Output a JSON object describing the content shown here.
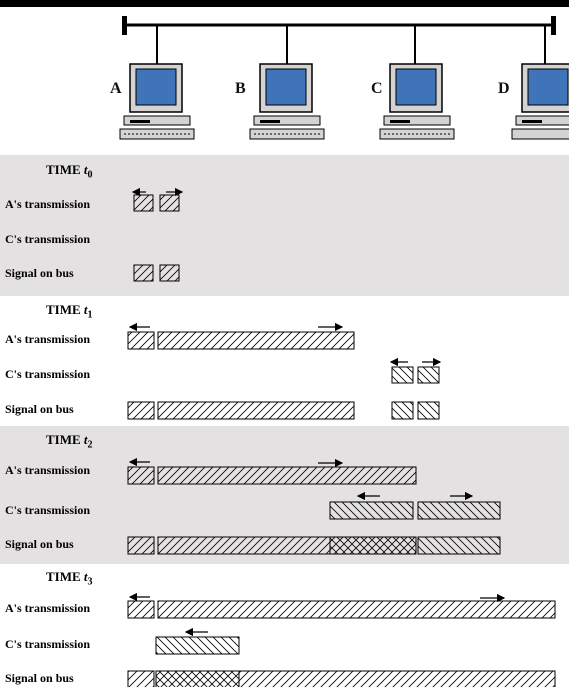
{
  "network": {
    "stations": [
      "A",
      "B",
      "C",
      "D"
    ]
  },
  "panels": [
    {
      "time_label": "TIME ",
      "time_sub": "0",
      "time_var": "t",
      "rows": [
        "A's transmission",
        "C's transmission",
        "Signal on bus"
      ]
    },
    {
      "time_label": "TIME ",
      "time_sub": "1",
      "time_var": "t",
      "rows": [
        "A's transmission",
        "C's transmission",
        "Signal on bus"
      ]
    },
    {
      "time_label": "TIME ",
      "time_sub": "2",
      "time_var": "t",
      "rows": [
        "A's transmission",
        "C's transmission",
        "Signal on bus"
      ]
    },
    {
      "time_label": "TIME ",
      "time_sub": "3",
      "time_var": "t",
      "rows": [
        "A's transmission",
        "C's transmission",
        "Signal on bus"
      ]
    }
  ],
  "colors": {
    "panel_shade": "#e3e1e1",
    "screen": "#3f74b8",
    "monitor_body": "#d4d2d2"
  }
}
